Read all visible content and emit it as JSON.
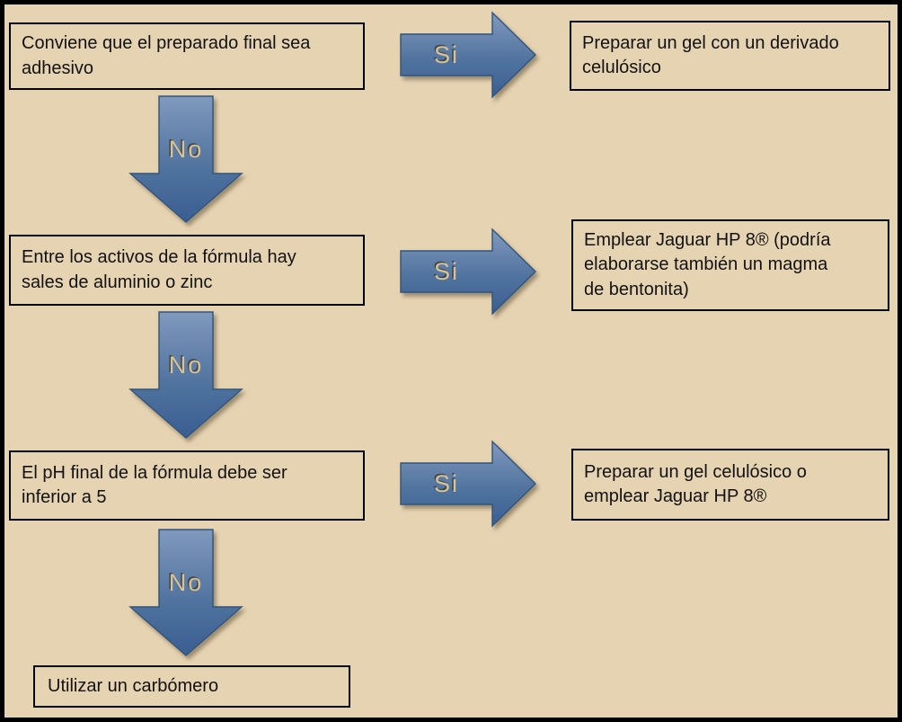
{
  "flowchart": {
    "yes_label": "Si",
    "no_label": "No",
    "colors": {
      "background": "#e6d3b2",
      "box_border": "#000000",
      "box_text": "#121212",
      "arrow_gradient_top": "#8099bd",
      "arrow_gradient_mid": "#51749f",
      "arrow_gradient_bottom": "#3a5e91",
      "arrow_border": "#2e547c",
      "arrow_label_text": "#d6c298"
    },
    "rows": [
      {
        "decision": "Conviene que el preparado final sea\nadhesivo",
        "yes_result": "Preparar un gel con un derivado\ncelulósico"
      },
      {
        "decision": "Entre los activos de la fórmula hay\nsales de aluminio o zinc",
        "yes_result": "Emplear Jaguar HP 8® (podría\nelaborarse también un magma\nde bentonita)"
      },
      {
        "decision": "El pH final de la fórmula debe ser\ninferior a 5",
        "yes_result": "Preparar un gel celulósico o\nemplear Jaguar HP 8®"
      }
    ],
    "final_result": "Utilizar un carbómero"
  }
}
